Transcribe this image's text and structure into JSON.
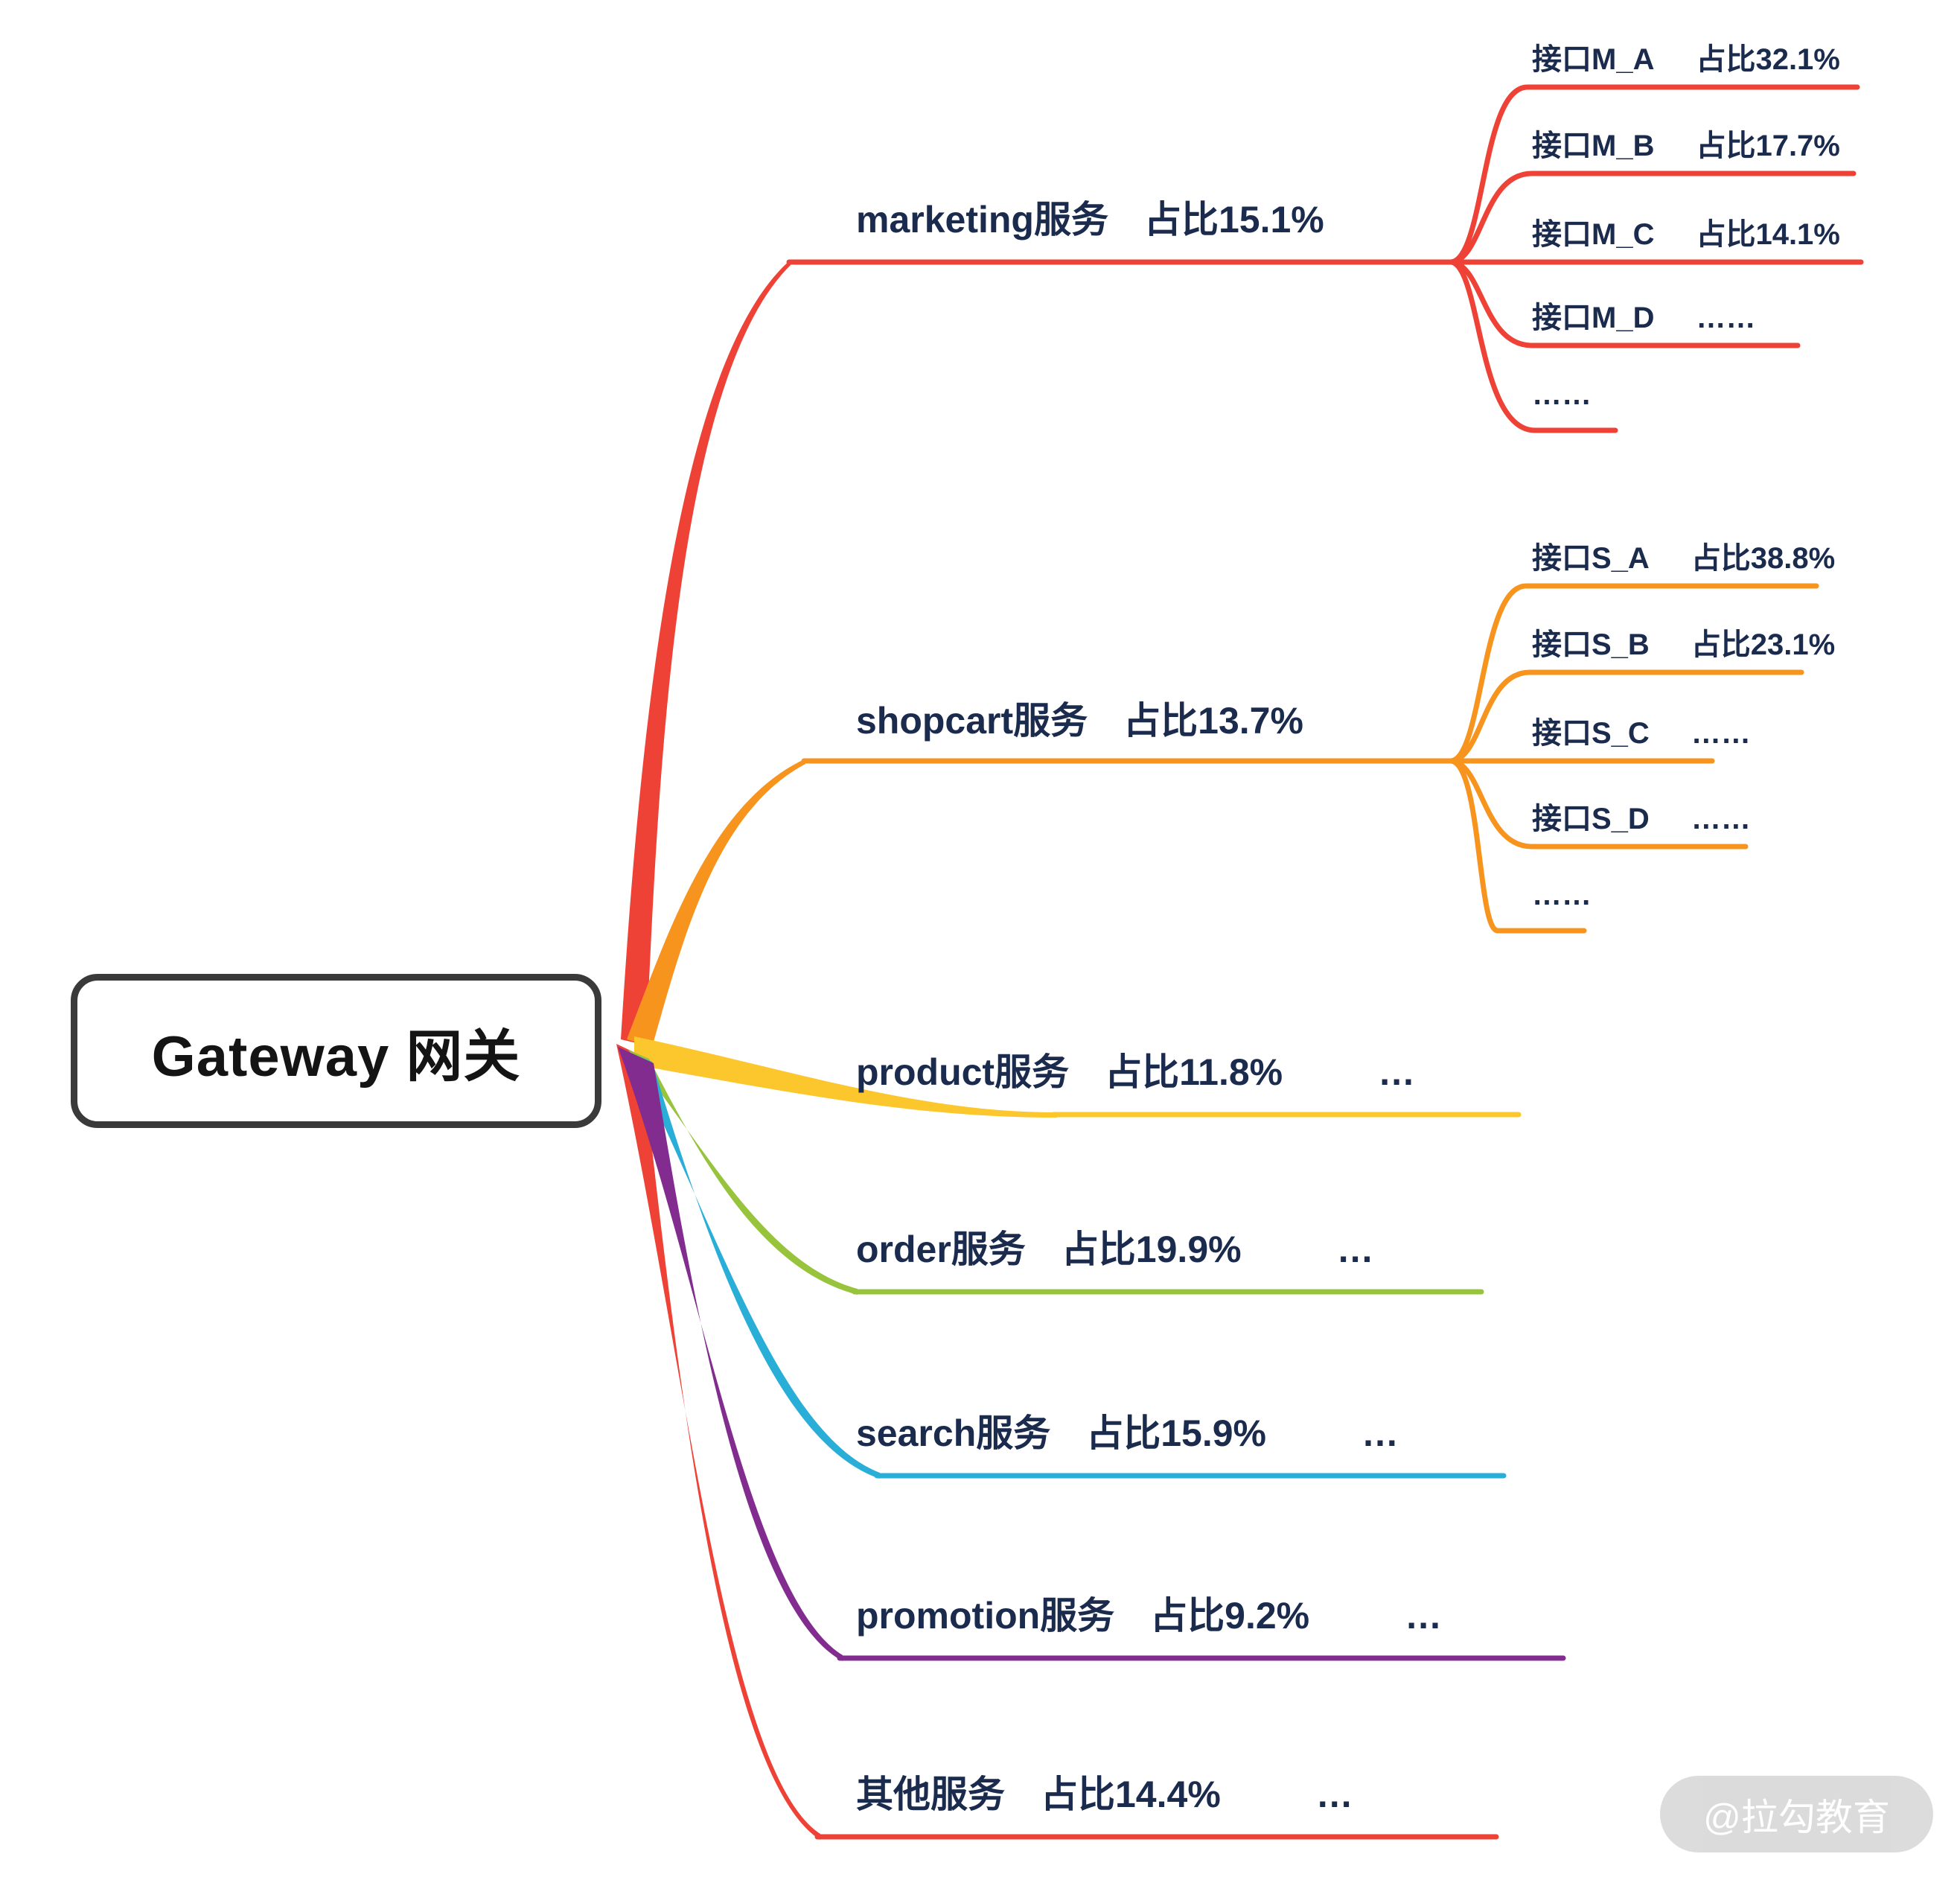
{
  "root": {
    "label": "Gateway 网关"
  },
  "watermark": "@拉勾教育",
  "colors": {
    "text_navy": "#1b2b4d",
    "marketing_red": "#ee4237",
    "shopcart_orange": "#f7941e",
    "product_yellow": "#fcc62d",
    "order_green": "#97c33d",
    "search_cyan": "#29aed8",
    "promotion_purple": "#822c90",
    "other_red": "#ee4237",
    "root_border": "#3a3a3a",
    "watermark_bg": "#d9d9d9"
  },
  "branches": [
    {
      "name": "marketing服务",
      "percent": "占比15.1%",
      "more": "",
      "color": "#ee4237",
      "children": [
        {
          "name": "接口M_A",
          "value": "占比32.1%"
        },
        {
          "name": "接口M_B",
          "value": "占比17.7%"
        },
        {
          "name": "接口M_C",
          "value": "占比14.1%"
        },
        {
          "name": "接口M_D",
          "value": "……"
        },
        {
          "name": "……",
          "value": ""
        }
      ]
    },
    {
      "name": "shopcart服务",
      "percent": "占比13.7%",
      "more": "",
      "color": "#f7941e",
      "children": [
        {
          "name": "接口S_A",
          "value": "占比38.8%"
        },
        {
          "name": "接口S_B",
          "value": "占比23.1%"
        },
        {
          "name": "接口S_C",
          "value": "……"
        },
        {
          "name": "接口S_D",
          "value": "……"
        },
        {
          "name": "……",
          "value": ""
        }
      ]
    },
    {
      "name": "product服务",
      "percent": "占比11.8%",
      "more": "…",
      "color": "#fcc62d",
      "children": []
    },
    {
      "name": "order服务",
      "percent": "占比19.9%",
      "more": "…",
      "color": "#97c33d",
      "children": []
    },
    {
      "name": "search服务",
      "percent": "占比15.9%",
      "more": "…",
      "color": "#29aed8",
      "children": []
    },
    {
      "name": "promotion服务",
      "percent": "占比9.2%",
      "more": "…",
      "color": "#822c90",
      "children": []
    },
    {
      "name": "其他服务",
      "percent": "占比14.4%",
      "more": "…",
      "color": "#ee4237",
      "children": []
    }
  ]
}
